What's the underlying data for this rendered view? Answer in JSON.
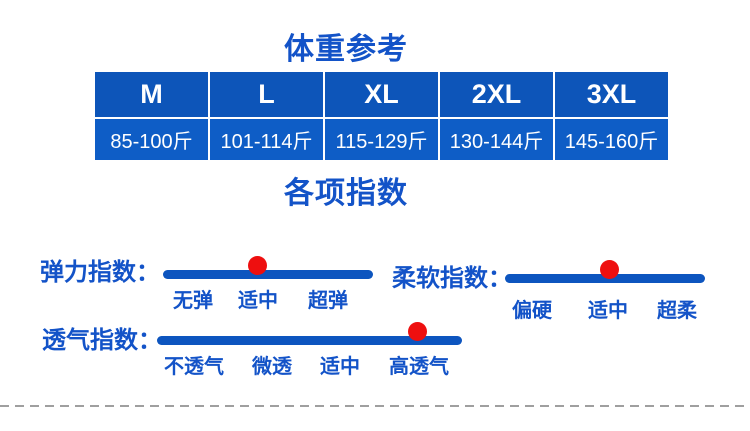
{
  "colors": {
    "title_blue": "#1353c8",
    "table_header_bg": "#0d55b9",
    "table_body_bg": "#0e5dc6",
    "table_text": "#ffffff",
    "bar_blue": "#0d55bf",
    "dot_red": "#ee0f0f",
    "divider_gray": "#9f9f9f"
  },
  "weight_section": {
    "title": "体重参考",
    "table": {
      "headers": [
        "M",
        "L",
        "XL",
        "2XL",
        "3XL"
      ],
      "rows": [
        [
          "85-100斤",
          "101-114斤",
          "115-129斤",
          "130-144斤",
          "145-160斤"
        ]
      ]
    }
  },
  "index_section": {
    "title": "各项指数",
    "sliders": [
      {
        "name": "elasticity",
        "label": "弹力指数：",
        "ticks": [
          "无弹",
          "适中",
          "超弹"
        ],
        "selected": "适中"
      },
      {
        "name": "softness",
        "label": "柔软指数：",
        "ticks": [
          "偏硬",
          "适中",
          "超柔"
        ],
        "selected": "适中"
      },
      {
        "name": "breathability",
        "label": "透气指数：",
        "ticks": [
          "不透气",
          "微透",
          "适中",
          "高透气"
        ],
        "selected": "高透气"
      }
    ]
  }
}
